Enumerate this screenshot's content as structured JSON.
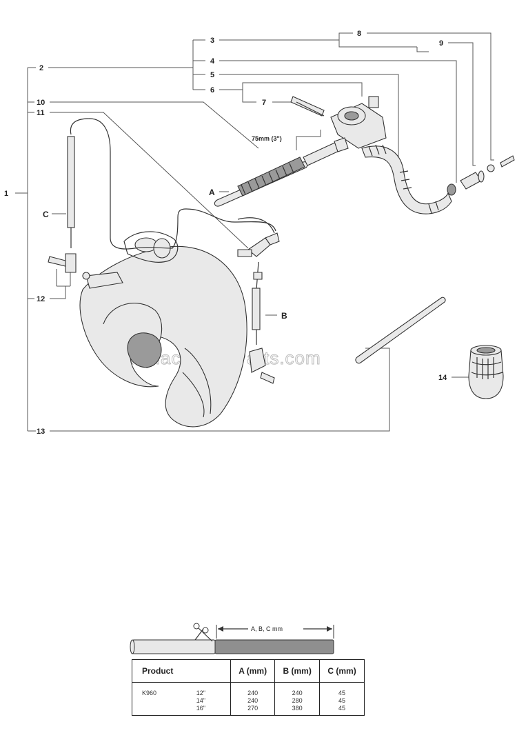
{
  "callouts": {
    "c1": "1",
    "c2": "2",
    "c3": "3",
    "c4": "4",
    "c5": "5",
    "c6": "6",
    "c7": "7",
    "c8": "8",
    "c9": "9",
    "c10": "10",
    "c11": "11",
    "c12": "12",
    "c13": "13",
    "c14": "14"
  },
  "letters": {
    "a": "A",
    "b": "B",
    "c": "C"
  },
  "dimension_label": "75mm (3\")",
  "watermark": "eReplacementParts.com",
  "cut_label": "A, B, C mm",
  "table": {
    "headers": [
      "Product",
      "A (mm)",
      "B (mm)",
      "C (mm)"
    ],
    "model": "K960",
    "sizes": [
      "12\"",
      "14\"",
      "16\""
    ],
    "a": [
      "240",
      "240",
      "270"
    ],
    "b": [
      "240",
      "280",
      "380"
    ],
    "c": [
      "45",
      "45",
      "45"
    ]
  }
}
